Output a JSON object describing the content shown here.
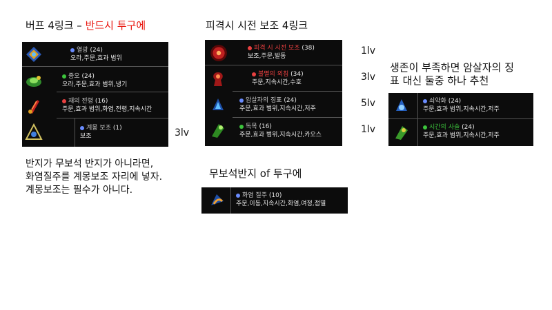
{
  "headings": {
    "buff_prefix": "버프 4링크 – ",
    "buff_highlight": "반드시 투구에",
    "cast_on_hit": "피격시 시전 보조 4링크",
    "survival_line1": "생존이 부족하면 암살자의 징",
    "survival_line2": "표 대신 둘중 하나 추천",
    "unset_ring": "무보석반지 of 투구에"
  },
  "note": {
    "line1": "반지가 무보석 반지가 아니라면,",
    "line2": "화염질주를 계몽보조 자리에 넣자.",
    "line3": "계몽보조는 필수가 아니다."
  },
  "colors": {
    "highlight": "#e8140c",
    "panel_bg": "#0c0c0c",
    "gem_blue": "#6a8cff",
    "gem_green": "#3cc43c",
    "gem_red": "#e84040"
  },
  "buff_panel": {
    "items": [
      {
        "icon": "arctic-armour-icon",
        "name": "열광",
        "level": "(24)",
        "tags": "오라,주문,효과 범위",
        "color": "#6a8cff"
      },
      {
        "icon": "hatred-icon",
        "name": "증오",
        "level": "(24)",
        "tags": "오라,주문,효과 범위,냉기",
        "color": "#3cc43c"
      },
      {
        "icon": "herald-icon",
        "name": "재의 전령",
        "level": "(16)",
        "tags": "주문,효과 범위,화염,전령,지속시간",
        "color": "#e84040"
      },
      {
        "icon": "enlighten-icon",
        "name": "계몽 보조",
        "level": "(1)",
        "tags": "보조",
        "color": "#6a8cff"
      }
    ],
    "side_level": "3lv"
  },
  "cwdt_panel": {
    "items": [
      {
        "icon": "cwdt-icon",
        "name": "피격 시 시전 보조",
        "level": "(38)",
        "tags": "보조,주문,발동",
        "color": "#e84040",
        "side_level": "1lv"
      },
      {
        "icon": "immortal-call-icon",
        "name": "불멸의 외침",
        "level": "(34)",
        "tags": "주문,지속시간,수호",
        "color": "#e84040",
        "side_level": "3lv"
      },
      {
        "icon": "assassins-mark-icon",
        "name": "암살자의 징표",
        "level": "(24)",
        "tags": "주문,효과 범위,지속시간,저주",
        "color": "#6a8cff",
        "side_level": "5lv"
      },
      {
        "icon": "poison-icon",
        "name": "독목",
        "level": "(16)",
        "tags": "주문,효과 범위,지속시간,카오스",
        "color": "#3cc43c",
        "side_level": "1lv"
      }
    ]
  },
  "alt_panel": {
    "items": [
      {
        "icon": "enfeeble-icon",
        "name": "쇠약화",
        "level": "(24)",
        "tags": "주문,효과 범위,지속시간,저주",
        "color": "#6a8cff"
      },
      {
        "icon": "temporal-chains-icon",
        "name": "시간의 사슬",
        "level": "(24)",
        "tags": "주문,효과 범위,지속시간,저주",
        "color": "#3cc43c"
      }
    ]
  },
  "ring_panel": {
    "items": [
      {
        "icon": "flame-dash-icon",
        "name": "화염 질주",
        "level": "(10)",
        "tags": "주문,이동,지속시간,화염,여정,점멸",
        "color": "#6a8cff"
      }
    ]
  }
}
